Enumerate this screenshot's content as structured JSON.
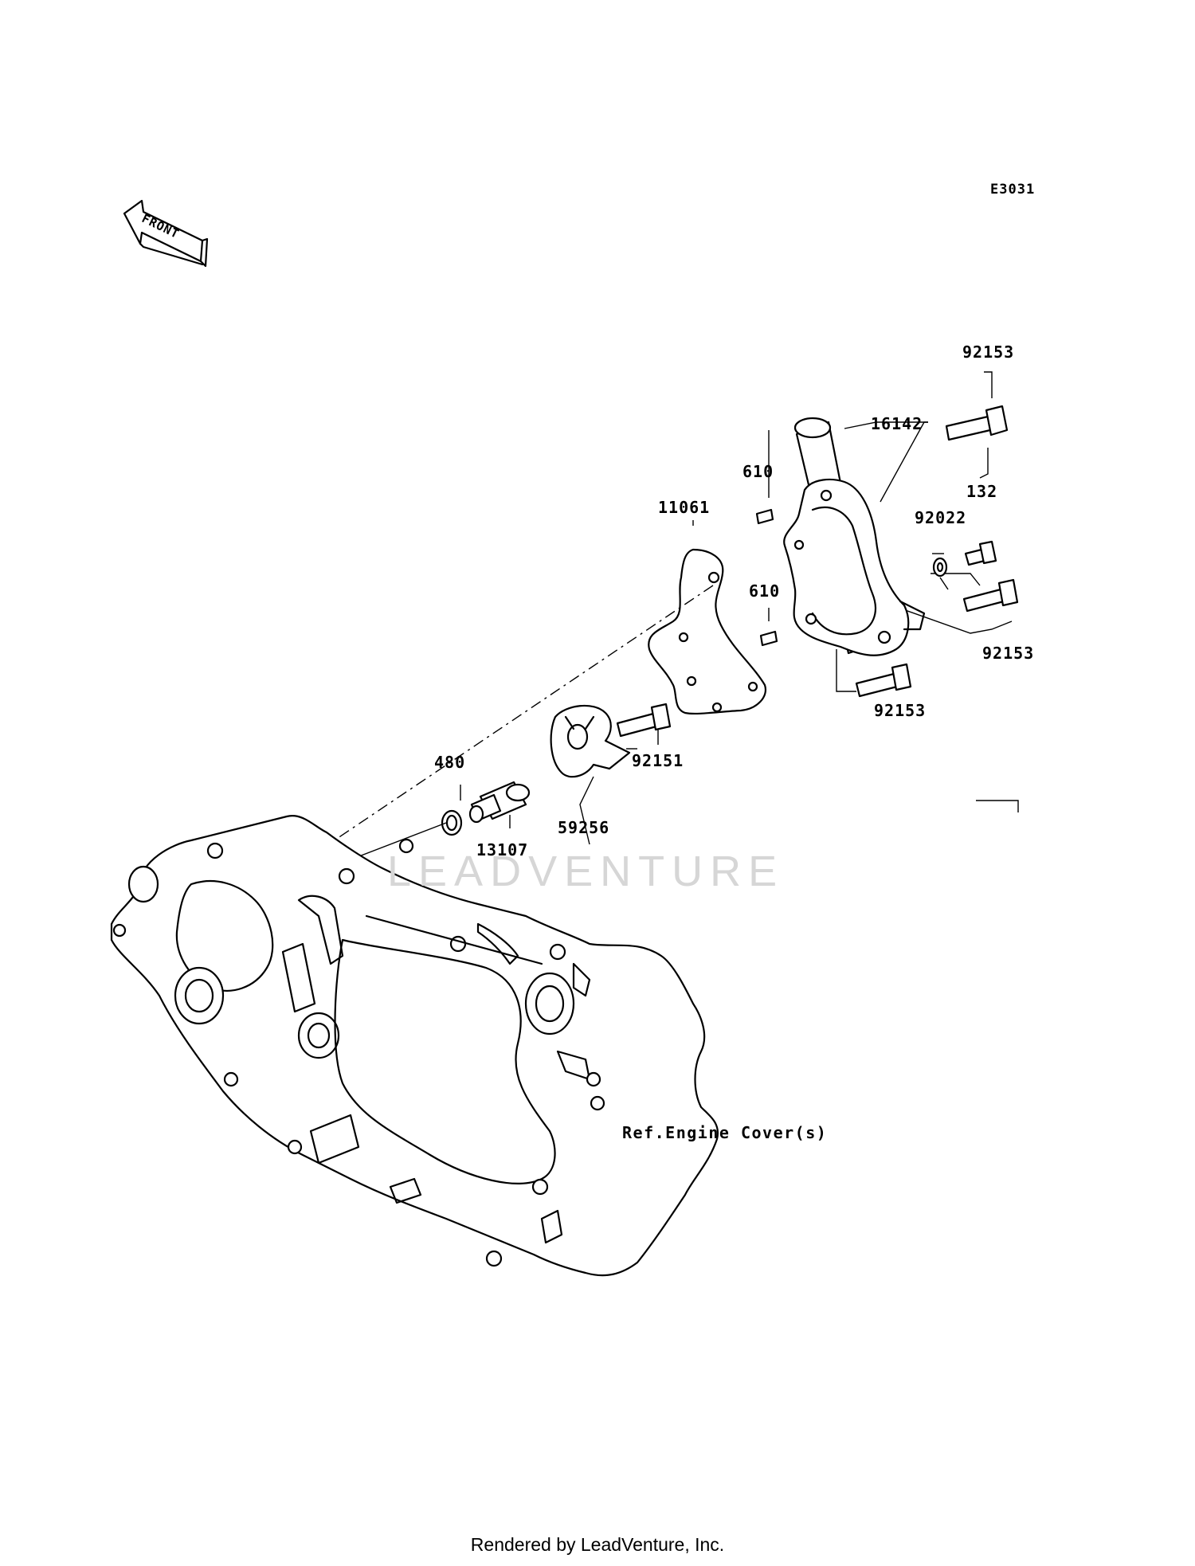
{
  "diagram": {
    "code": "E3031",
    "front_label": "FRONT",
    "watermark": "LEADVENTURE",
    "footer": "Rendered by LeadVenture, Inc.",
    "reference_label": "Ref.Engine Cover(s)",
    "callouts": [
      {
        "id": "bolt-top",
        "label": "92153"
      },
      {
        "id": "housing",
        "label": "16142"
      },
      {
        "id": "pin-upper",
        "label": "610"
      },
      {
        "id": "gasket",
        "label": "11061"
      },
      {
        "id": "drain-bolt",
        "label": "132"
      },
      {
        "id": "washer",
        "label": "92022"
      },
      {
        "id": "pin-lower",
        "label": "610"
      },
      {
        "id": "bolt-right",
        "label": "92153"
      },
      {
        "id": "bolt-bottom",
        "label": "92153"
      },
      {
        "id": "impeller-bolt",
        "label": "92151"
      },
      {
        "id": "circlip",
        "label": "480"
      },
      {
        "id": "shaft",
        "label": "13107"
      },
      {
        "id": "impeller",
        "label": "59256"
      }
    ]
  }
}
